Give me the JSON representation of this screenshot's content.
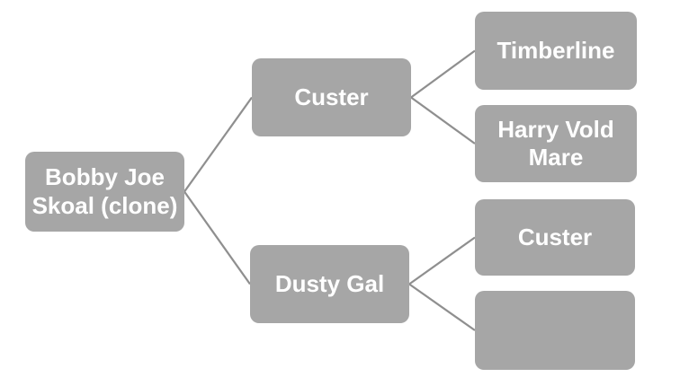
{
  "diagram": {
    "kind": "pedigree-tree",
    "nodes": {
      "root": {
        "label": "Bobby Joe Skoal (clone)"
      },
      "sire": {
        "label": "Custer"
      },
      "dam": {
        "label": "Dusty Gal"
      },
      "sire_sire": {
        "label": "Timberline"
      },
      "sire_dam": {
        "label": "Harry Vold Mare"
      },
      "dam_sire": {
        "label": "Custer"
      },
      "dam_dam": {
        "label": ""
      }
    },
    "edges": [
      [
        "root",
        "sire"
      ],
      [
        "root",
        "dam"
      ],
      [
        "sire",
        "sire_sire"
      ],
      [
        "sire",
        "sire_dam"
      ],
      [
        "dam",
        "dam_sire"
      ],
      [
        "dam",
        "dam_dam"
      ]
    ],
    "colors": {
      "background": "#ffffff",
      "node_fill": "#a6a6a6",
      "node_text": "#ffffff",
      "connector": "#8f8f8f"
    }
  }
}
